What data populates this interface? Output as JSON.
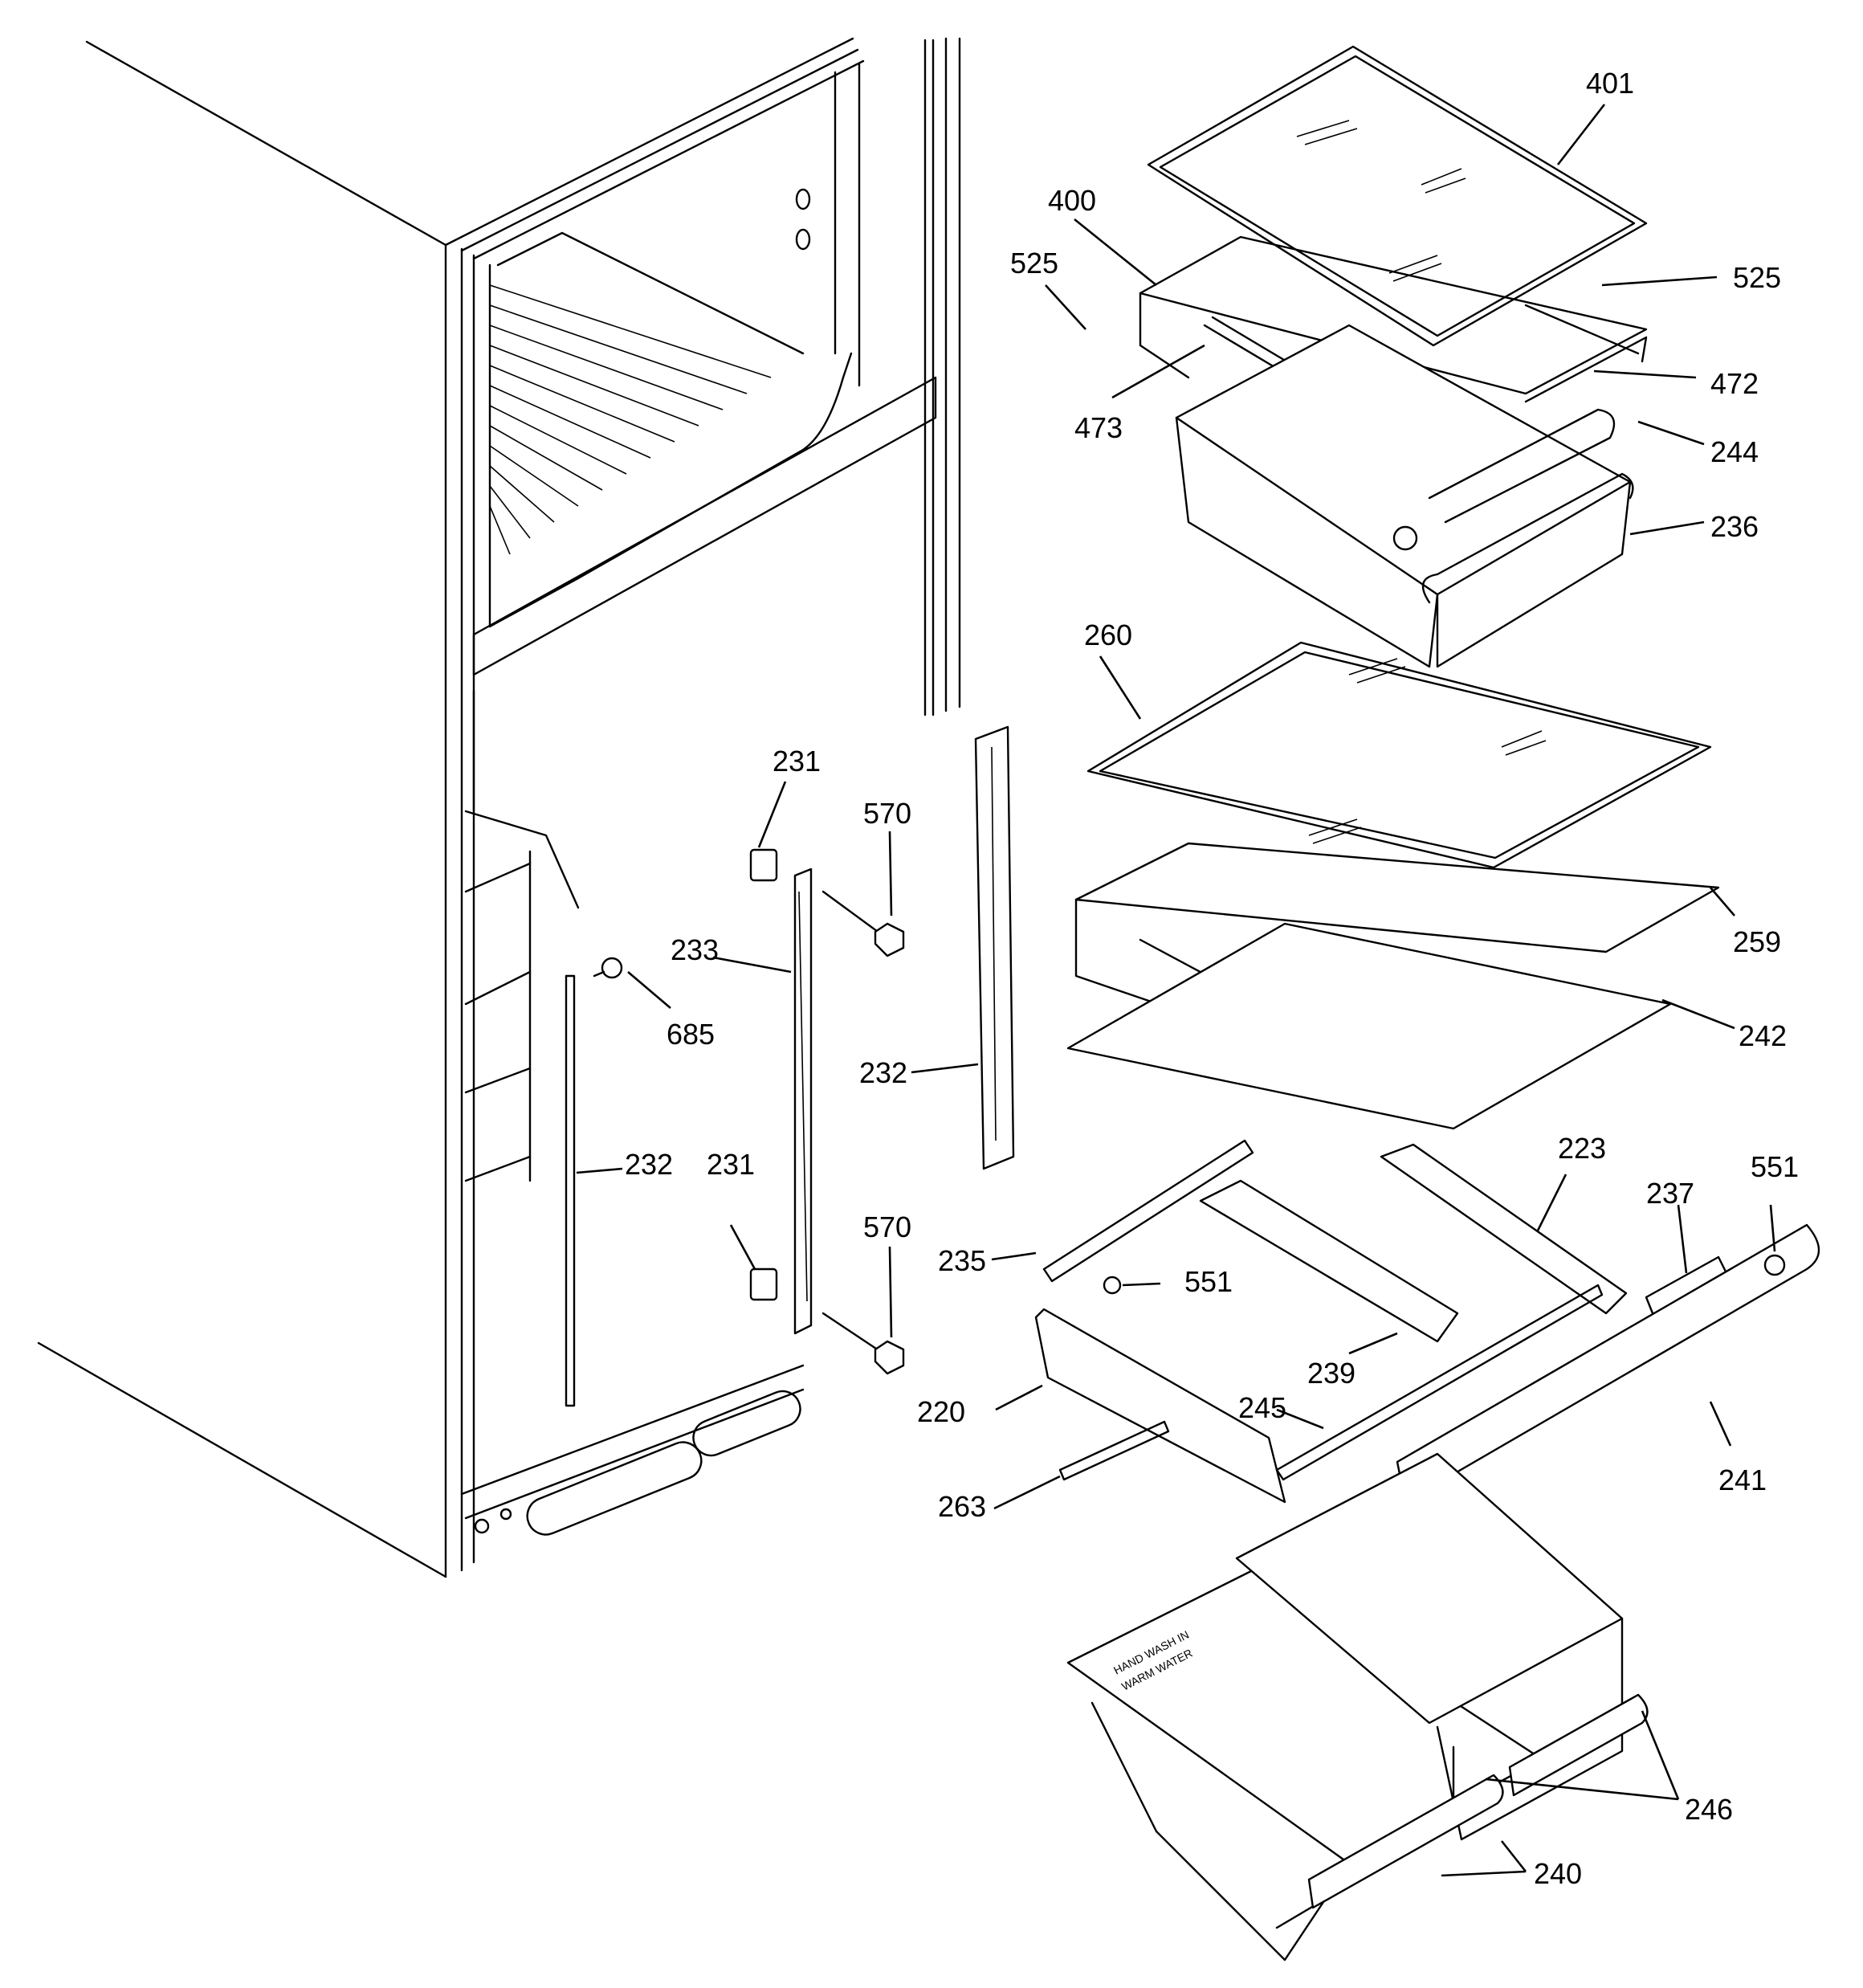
{
  "parts": [
    {
      "id": "p401",
      "label": "401"
    },
    {
      "id": "p400",
      "label": "400"
    },
    {
      "id": "p525a",
      "label": "525"
    },
    {
      "id": "p525b",
      "label": "525"
    },
    {
      "id": "p472",
      "label": "472"
    },
    {
      "id": "p473",
      "label": "473"
    },
    {
      "id": "p244",
      "label": "244"
    },
    {
      "id": "p236",
      "label": "236"
    },
    {
      "id": "p260",
      "label": "260"
    },
    {
      "id": "p259",
      "label": "259"
    },
    {
      "id": "p242",
      "label": "242"
    },
    {
      "id": "p231a",
      "label": "231"
    },
    {
      "id": "p570a",
      "label": "570"
    },
    {
      "id": "p233",
      "label": "233"
    },
    {
      "id": "p685",
      "label": "685"
    },
    {
      "id": "p232a",
      "label": "232"
    },
    {
      "id": "p232b",
      "label": "232"
    },
    {
      "id": "p231b",
      "label": "231"
    },
    {
      "id": "p570b",
      "label": "570"
    },
    {
      "id": "p223",
      "label": "223"
    },
    {
      "id": "p237",
      "label": "237"
    },
    {
      "id": "p551a",
      "label": "551"
    },
    {
      "id": "p235",
      "label": "235"
    },
    {
      "id": "p551b",
      "label": "551"
    },
    {
      "id": "p239",
      "label": "239"
    },
    {
      "id": "p220",
      "label": "220"
    },
    {
      "id": "p245",
      "label": "245"
    },
    {
      "id": "p241",
      "label": "241"
    },
    {
      "id": "p263",
      "label": "263"
    },
    {
      "id": "p246",
      "label": "246"
    },
    {
      "id": "p240",
      "label": "240"
    }
  ],
  "bin_text": [
    "HAND WASH IN",
    "WARM WATER"
  ]
}
